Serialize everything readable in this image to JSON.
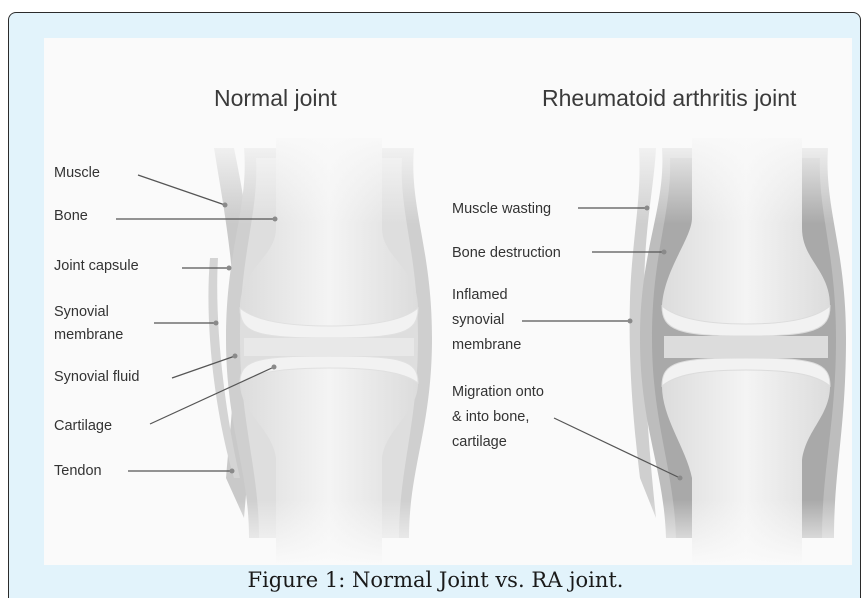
{
  "normal": {
    "title": "Normal joint",
    "labels": {
      "muscle": "Muscle",
      "bone": "Bone",
      "joint_capsule": "Joint capsule",
      "synovial_1": "Synovial",
      "synovial_2": "membrane",
      "synovial_fluid": "Synovial fluid",
      "cartilage": "Cartilage",
      "tendon": "Tendon"
    }
  },
  "ra": {
    "title": "Rheumatoid arthritis joint",
    "labels": {
      "muscle_wasting": "Muscle wasting",
      "bone_destruction": "Bone destruction",
      "inflamed_1": "Inflamed",
      "inflamed_2": "synovial",
      "inflamed_3": "membrane",
      "migration_1": "Migration onto",
      "migration_2": "& into bone,",
      "migration_3": "cartilage"
    }
  },
  "caption": "Figure 1: Normal Joint vs. RA joint."
}
